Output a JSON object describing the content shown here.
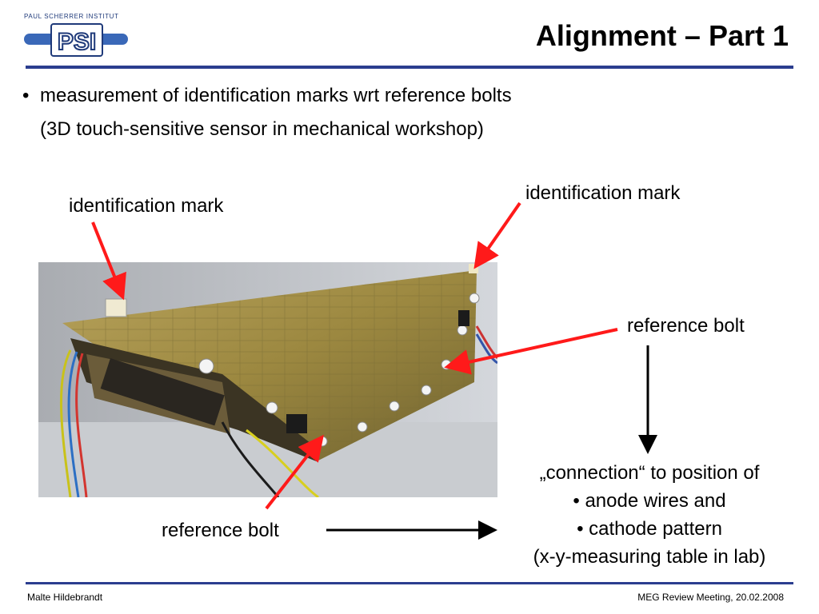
{
  "header": {
    "logo_caption": "PAUL SCHERRER INSTITUT",
    "logo_text": "PSI",
    "title": "Alignment – Part 1"
  },
  "bullets": {
    "marker": "•",
    "line1": "measurement of identification marks wrt reference bolts",
    "line2": "(3D touch-sensitive sensor in mechanical workshop)"
  },
  "labels": {
    "id_mark_left": "identification mark",
    "id_mark_right": "identification mark",
    "ref_bolt_right": "reference bolt",
    "ref_bolt_bottom": "reference bolt"
  },
  "connection": {
    "line1": "„connection“ to position of",
    "line2": "• anode wires and",
    "line3": "• cathode pattern",
    "line4": "(x-y-measuring table in lab)"
  },
  "footer": {
    "author": "Malte Hildebrandt",
    "event": "MEG Review Meeting, 20.02.2008"
  },
  "colors": {
    "rule": "#2b3d8f",
    "arrow_red": "#ff1a1a",
    "arrow_black": "#000000",
    "logo_blue": "#1f3a7a"
  }
}
